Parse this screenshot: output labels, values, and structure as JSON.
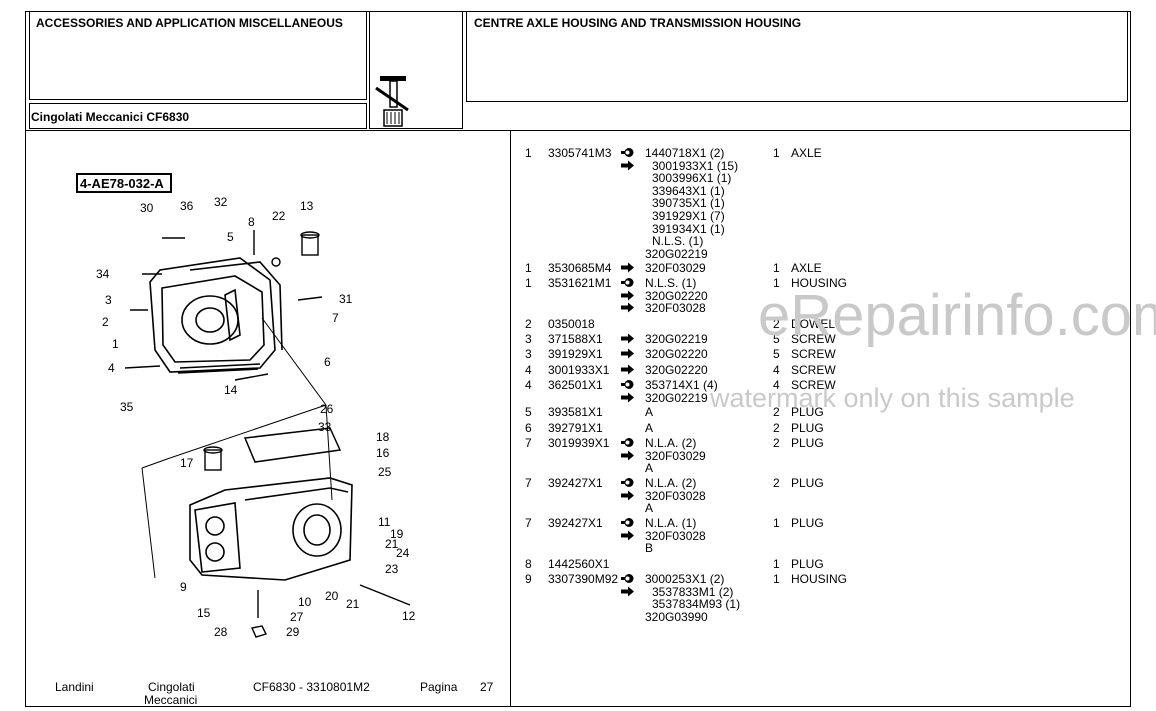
{
  "header": {
    "left_title": "ACCESSORIES AND APPLICATION MISCELLANEOUS",
    "right_title": "CENTRE AXLE HOUSING AND TRANSMISSION HOUSING",
    "model_label": "Cingolati Meccanici CF6830"
  },
  "diagram": {
    "ref_code": "4-AE78-032-A",
    "callouts": [
      "30",
      "36",
      "32",
      "8",
      "22",
      "13",
      "5",
      "34",
      "31",
      "3",
      "2",
      "7",
      "1",
      "6",
      "4",
      "14",
      "35",
      "26",
      "33",
      "18",
      "16",
      "17",
      "25",
      "11",
      "19",
      "21",
      "24",
      "23",
      "9",
      "15",
      "10",
      "20",
      "21",
      "27",
      "12",
      "28",
      "29"
    ]
  },
  "parts": [
    {
      "item": "1",
      "part": "3305741M3",
      "sym": "circle",
      "sub": [
        "1440718X1  (2)",
        "3001933X1  (15)",
        "3003996X1  (1)",
        "339643X1  (1)",
        "390735X1  (1)",
        "391929X1  (7)",
        "391934X1  (1)",
        "N.L.S.  (1)",
        "320G02219"
      ],
      "qty": "1",
      "desc": "AXLE"
    },
    {
      "item": "1",
      "part": "3530685M4",
      "sym": "arrow",
      "sub": [
        "320F03029"
      ],
      "qty": "1",
      "desc": "AXLE"
    },
    {
      "item": "1",
      "part": "3531621M1",
      "sym": "circle",
      "sub": [
        "N.L.S.  (1)",
        "320G02220",
        "320F03028"
      ],
      "qty": "1",
      "desc": "HOUSING"
    },
    {
      "item": "2",
      "part": "0350018",
      "sym": "",
      "sub": [
        ""
      ],
      "qty": "2",
      "desc": "DOWEL"
    },
    {
      "item": "3",
      "part": "371588X1",
      "sym": "arrow",
      "sub": [
        "320G02219"
      ],
      "qty": "5",
      "desc": "SCREW"
    },
    {
      "item": "3",
      "part": "391929X1",
      "sym": "arrow",
      "sub": [
        "320G02220"
      ],
      "qty": "5",
      "desc": "SCREW"
    },
    {
      "item": "4",
      "part": "3001933X1",
      "sym": "arrow",
      "sub": [
        "320G02220"
      ],
      "qty": "4",
      "desc": "SCREW"
    },
    {
      "item": "4",
      "part": "362501X1",
      "sym": "circle",
      "sub": [
        "353714X1  (4)",
        "320G02219"
      ],
      "qty": "4",
      "desc": "SCREW"
    },
    {
      "item": "5",
      "part": "393581X1",
      "sym": "",
      "sub": [
        "A"
      ],
      "qty": "2",
      "desc": "PLUG"
    },
    {
      "item": "6",
      "part": "392791X1",
      "sym": "",
      "sub": [
        "A"
      ],
      "qty": "2",
      "desc": "PLUG"
    },
    {
      "item": "7",
      "part": "3019939X1",
      "sym": "circle",
      "sub": [
        "N.L.A.  (2)",
        "320F03029",
        "A"
      ],
      "qty": "2",
      "desc": "PLUG"
    },
    {
      "item": "7",
      "part": "392427X1",
      "sym": "circle",
      "sub": [
        "N.L.A.  (2)",
        "320F03028",
        "A"
      ],
      "qty": "2",
      "desc": "PLUG"
    },
    {
      "item": "7",
      "part": "392427X1",
      "sym": "circle",
      "sub": [
        "N.L.A.  (1)",
        "320F03028",
        "B"
      ],
      "qty": "1",
      "desc": "PLUG"
    },
    {
      "item": "8",
      "part": "1442560X1",
      "sym": "",
      "sub": [
        ""
      ],
      "qty": "1",
      "desc": "PLUG"
    },
    {
      "item": "9",
      "part": "3307390M92",
      "sym": "circle",
      "sub": [
        "3000253X1  (2)",
        "3537833M1  (2)",
        "3537834M93  (1)",
        "320G03990"
      ],
      "qty": "1",
      "desc": "HOUSING"
    }
  ],
  "footer": {
    "brand": "Landini",
    "category_line1": "Cingolati",
    "category_line2": "Meccanici",
    "model_code": "CF6830 - 3310801M2",
    "page_label": "Pagina",
    "page_number": "27"
  },
  "watermark": {
    "site": "eRepairinfo.com",
    "note": "watermark only on this sample"
  }
}
